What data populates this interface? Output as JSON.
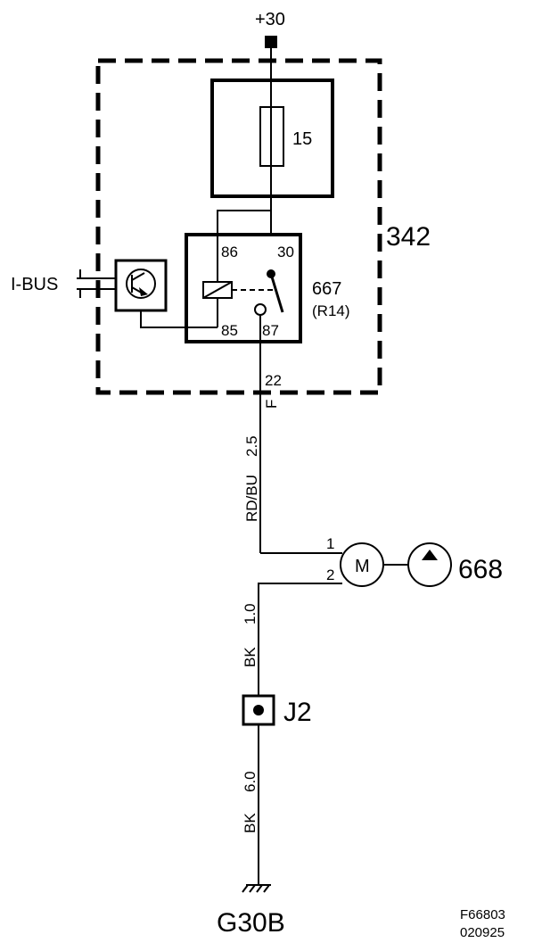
{
  "supply": {
    "label": "+30"
  },
  "module": {
    "label": "342"
  },
  "fuse": {
    "label": "15"
  },
  "relay": {
    "label": "667",
    "sublabel": "(R14)",
    "pin_86": "86",
    "pin_30": "30",
    "pin_85": "85",
    "pin_87": "87"
  },
  "ibus": {
    "label": "I-BUS"
  },
  "connector": {
    "pin": "22",
    "code": "F"
  },
  "wire_upper": {
    "color": "RD/BU",
    "size": "2.5"
  },
  "motor": {
    "symbol": "M",
    "pin_1": "1",
    "pin_2": "2"
  },
  "pump": {
    "label": "668"
  },
  "wire_lower": {
    "color": "BK",
    "size": "1.0"
  },
  "junction": {
    "label": "J2"
  },
  "wire_ground": {
    "color": "BK",
    "size": "6.0"
  },
  "ground": {
    "label": "G30B"
  },
  "footer": {
    "figure_id": "F66803",
    "date_code": "020925"
  }
}
